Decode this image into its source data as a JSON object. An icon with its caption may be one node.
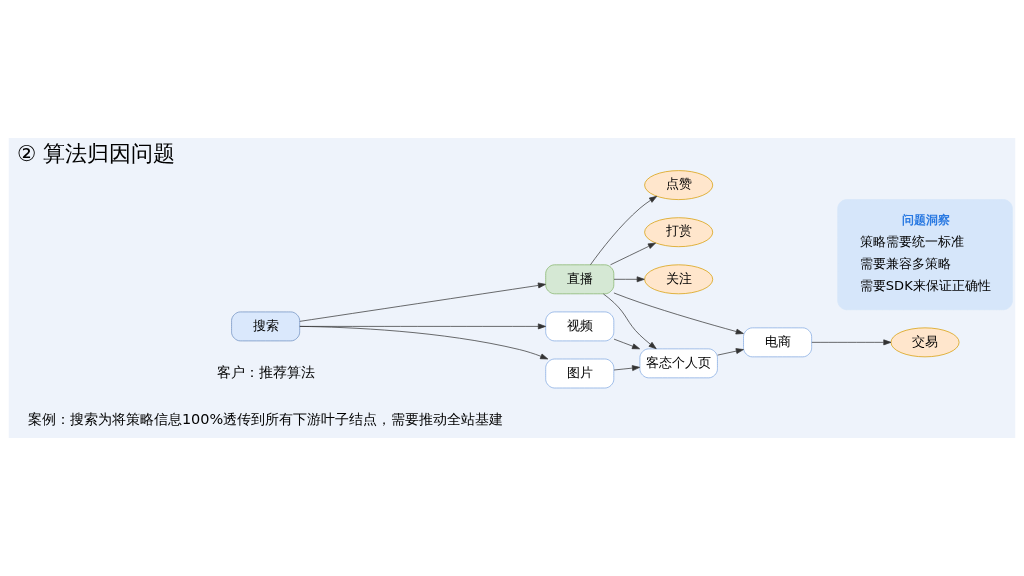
{
  "diagram": {
    "title": "② 算法归因问题",
    "nodes": [
      {
        "text": [
          "点赞"
        ]
      },
      {
        "text": [
          "打赏"
        ]
      },
      {
        "text": [
          "关注"
        ]
      },
      {
        "text": [
          "搜索"
        ]
      },
      {
        "text": [
          "直播"
        ]
      },
      {
        "text": [
          "电商"
        ]
      },
      {
        "text": [
          "交易"
        ]
      },
      {
        "text": [
          "视频"
        ]
      },
      {
        "text": [
          "客态个人页"
        ]
      },
      {
        "text": [
          "图片"
        ]
      },
      {
        "text": [
          "问题洞察",
          "策略需要统一标准",
          "需要兼容多策略",
          "需要SDK来保证正确性"
        ]
      }
    ],
    "edges": [
      {
        "from": 3,
        "to": 4,
        "arrow": "to"
      },
      {
        "from": 3,
        "to": 7,
        "arrow": "to"
      },
      {
        "from": 3,
        "to": 9,
        "arrow": "to"
      },
      {
        "from": 4,
        "to": 0,
        "arrow": "to"
      },
      {
        "from": 4,
        "to": 1,
        "arrow": "to"
      },
      {
        "from": 4,
        "to": 2,
        "arrow": "to"
      },
      {
        "from": 4,
        "to": 5,
        "arrow": "to"
      },
      {
        "from": 4,
        "to": 8,
        "arrow": "to"
      },
      {
        "from": 7,
        "to": 8,
        "arrow": "to"
      },
      {
        "from": 9,
        "to": 8,
        "arrow": "to"
      },
      {
        "from": 8,
        "to": 5,
        "arrow": "to"
      },
      {
        "from": 5,
        "to": 6,
        "arrow": "to"
      }
    ],
    "labels": [
      "案例：搜索为将策略信息100%透传到所有下游叶子结点，需要推动全站基建",
      "客户：推荐算法"
    ]
  }
}
